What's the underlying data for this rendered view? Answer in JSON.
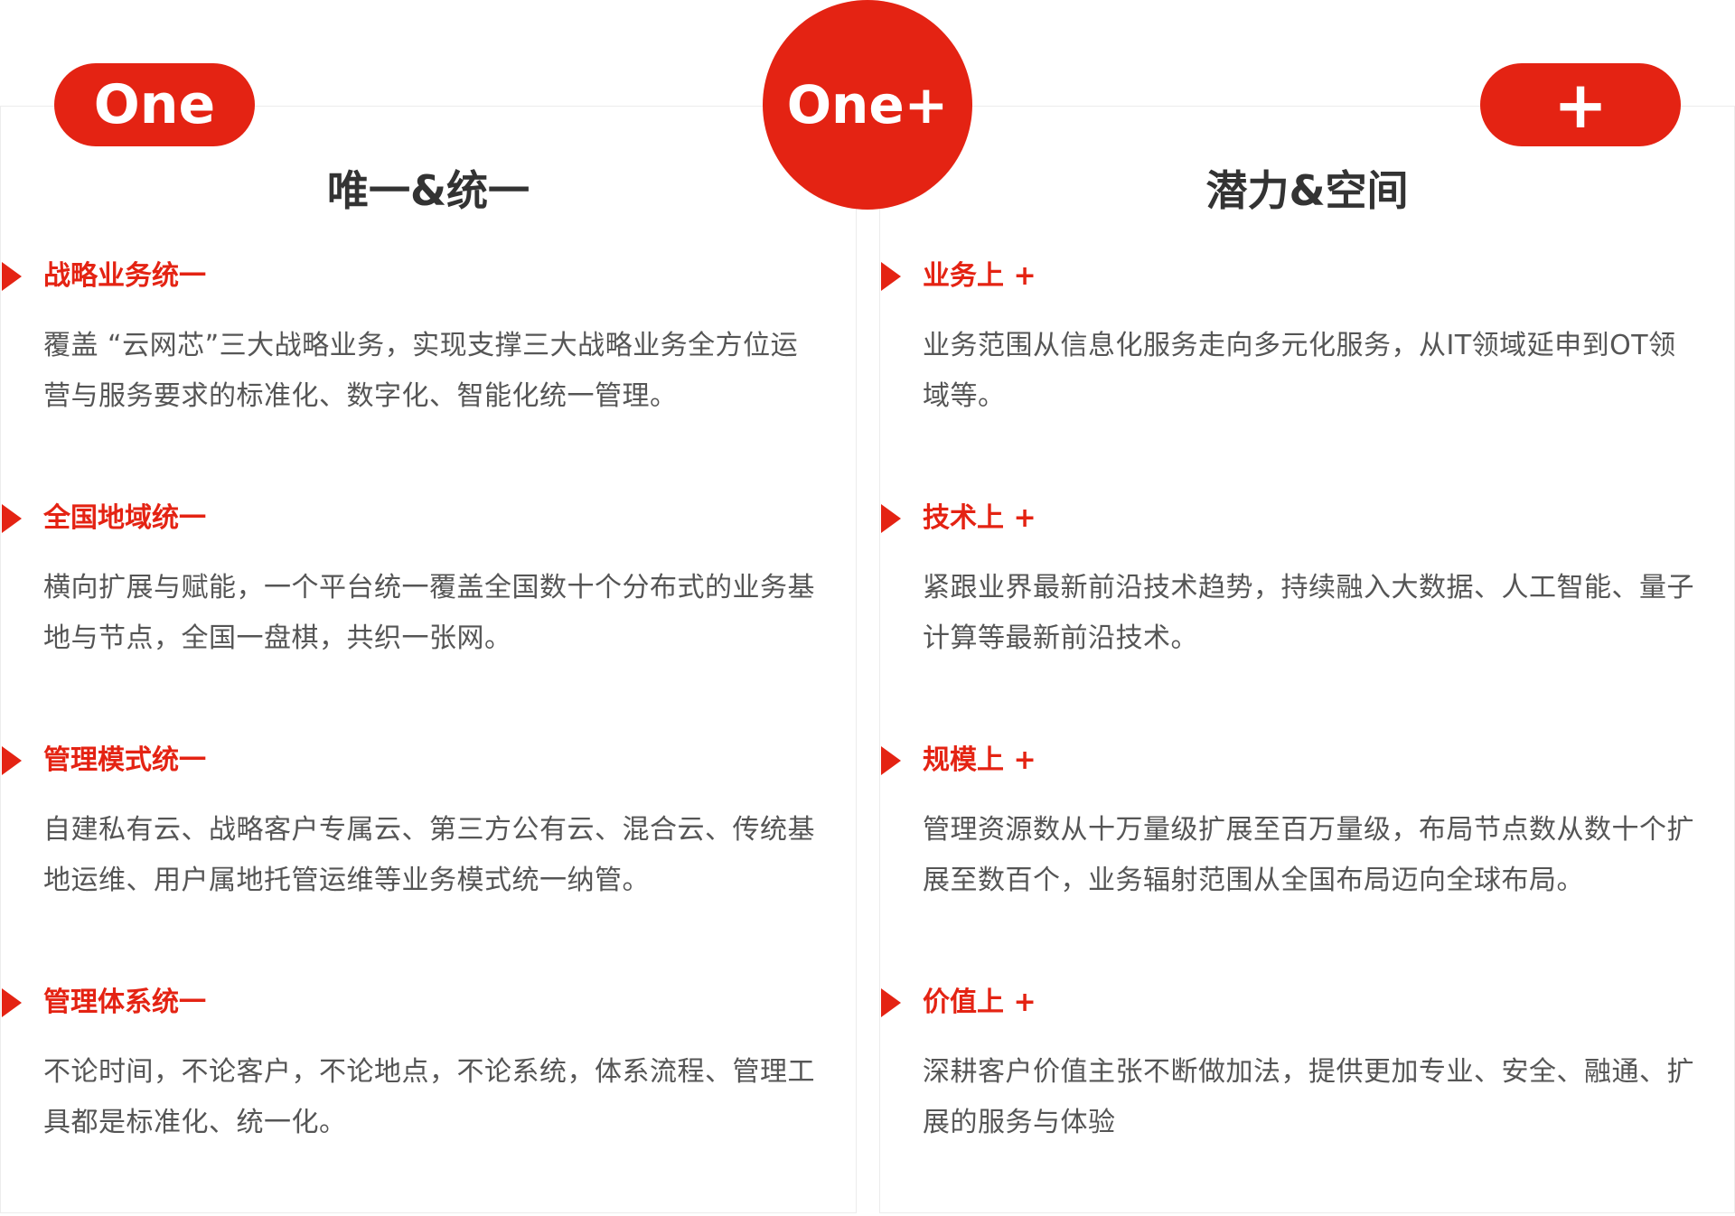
{
  "badges": {
    "left": "One",
    "center": "One+",
    "right": "+"
  },
  "left": {
    "title": "唯一&统一",
    "items": [
      {
        "heading": "战略业务统一",
        "text": "覆盖 “云网芯”三大战略业务，实现支撑三大战略业务全方位运营与服务要求的标准化、数字化、智能化统一管理。"
      },
      {
        "heading": "全国地域统一",
        "text": "横向扩展与赋能，一个平台统一覆盖全国数十个分布式的业务基地与节点，全国一盘棋，共织一张网。"
      },
      {
        "heading": "管理模式统一",
        "text": "自建私有云、战略客户专属云、第三方公有云、混合云、传统基地运维、用户属地托管运维等业务模式统一纳管。"
      },
      {
        "heading": "管理体系统一",
        "text": "不论时间，不论客户，不论地点，不论系统，体系流程、管理工具都是标准化、统一化。"
      }
    ]
  },
  "right": {
    "title": "潜力&空间",
    "items": [
      {
        "heading": "业务上 +",
        "text": "业务范围从信息化服务走向多元化服务，从IT领域延申到OT领域等。"
      },
      {
        "heading": "技术上 +",
        "text": "紧跟业界最新前沿技术趋势，持续融入大数据、人工智能、量子计算等最新前沿技术。"
      },
      {
        "heading": "规模上 +",
        "text": "管理资源数从十万量级扩展至百万量级，布局节点数从数十个扩展至数百个，业务辐射范围从全国布局迈向全球布局。"
      },
      {
        "heading": "价值上 +",
        "text": "深耕客户价值主张不断做加法，提供更加专业、安全、融通、扩展的服务与体验"
      }
    ]
  },
  "colors": {
    "accent": "#e42313",
    "title": "#333333",
    "body": "#555555",
    "border": "#ececec"
  }
}
